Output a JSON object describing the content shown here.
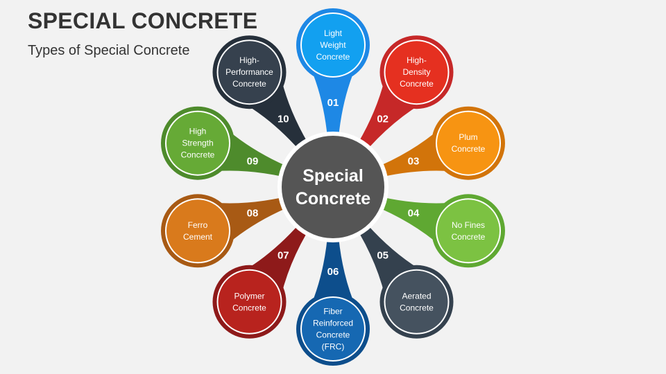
{
  "header": {
    "title": "SPECIAL CONCRETE",
    "subtitle": "Types of Special Concrete"
  },
  "center": {
    "lines": [
      "Special",
      "Concrete"
    ],
    "color": "#555555"
  },
  "items": [
    {
      "num": "01",
      "lines": [
        "Light",
        "Weight",
        "Concrete"
      ],
      "color": "#1E88E5",
      "light": "#12A0F0"
    },
    {
      "num": "02",
      "lines": [
        "High-",
        "Density",
        "Concrete"
      ],
      "color": "#C62828",
      "light": "#E53020"
    },
    {
      "num": "03",
      "lines": [
        "Plum",
        "Concrete"
      ],
      "color": "#D2740A",
      "light": "#F79412"
    },
    {
      "num": "04",
      "lines": [
        "No Fines",
        "Concrete"
      ],
      "color": "#5FA832",
      "light": "#7CC242"
    },
    {
      "num": "05",
      "lines": [
        "Aerated",
        "Concrete"
      ],
      "color": "#34414E",
      "light": "#45525F"
    },
    {
      "num": "06",
      "lines": [
        "Fiber",
        "Reinforced",
        "Concrete",
        "(FRC)"
      ],
      "color": "#0D4E8C",
      "light": "#1668B2"
    },
    {
      "num": "07",
      "lines": [
        "Polymer",
        "Concrete"
      ],
      "color": "#8E1A1A",
      "light": "#B8231E"
    },
    {
      "num": "08",
      "lines": [
        "Ferro",
        "Cement"
      ],
      "color": "#A85A14",
      "light": "#D97A1C"
    },
    {
      "num": "09",
      "lines": [
        "High",
        "Strength",
        "Concrete"
      ],
      "color": "#4E8B2C",
      "light": "#66AA36"
    },
    {
      "num": "10",
      "lines": [
        "High-",
        "Performance",
        "Concrete"
      ],
      "color": "#26303B",
      "light": "#36414E"
    }
  ]
}
